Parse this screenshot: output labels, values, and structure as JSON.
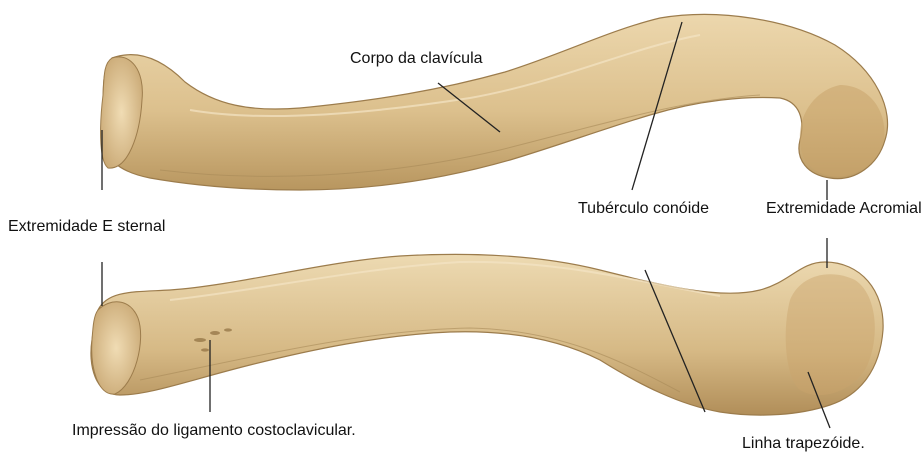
{
  "labels": {
    "corpo": "Corpo da clavícula",
    "esternal": "Extremidade E sternal",
    "tuberculo": "Tubérculo conóide",
    "acromial": "Extremidade Acromial",
    "impressao": "Impressão do ligamento costoclavicular.",
    "trapezoide": "Linha trapezóide."
  },
  "colors": {
    "bone_light": "#e8d2a6",
    "bone_mid": "#d3b682",
    "bone_dark": "#a0804f",
    "leader": "#222222",
    "text": "#111111",
    "background": "#ffffff"
  }
}
